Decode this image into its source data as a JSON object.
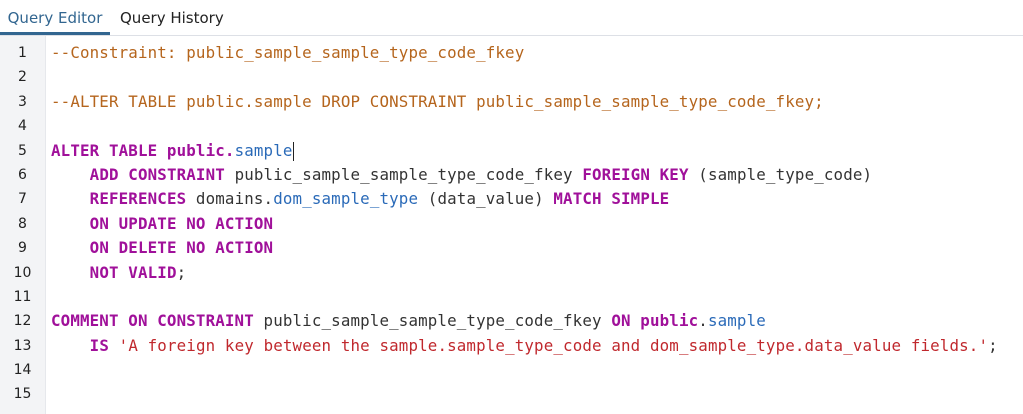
{
  "tabs": [
    {
      "label": "Query Editor",
      "active": true
    },
    {
      "label": "Query History",
      "active": false
    }
  ],
  "colors": {
    "keyword": "#a0109a",
    "comment": "#b5651d",
    "string": "#c0282d",
    "identifier": "#2a6ab8",
    "accent": "#326690"
  },
  "cursor_line": 5,
  "lines": [
    [
      [
        "cm",
        "--Constraint: public_sample_sample_type_code_fkey"
      ]
    ],
    [],
    [
      [
        "cm",
        "--ALTER TABLE public.sample DROP CONSTRAINT public_sample_sample_type_code_fkey;"
      ]
    ],
    [],
    [
      [
        "kw",
        "ALTER TABLE public"
      ],
      [
        "kw",
        "."
      ],
      [
        "vr",
        "sample"
      ]
    ],
    [
      [
        "tx",
        "    "
      ],
      [
        "kw",
        "ADD CONSTRAINT"
      ],
      [
        "tx",
        " public_sample_sample_type_code_fkey "
      ],
      [
        "kw",
        "FOREIGN KEY"
      ],
      [
        "tx",
        " (sample_type_code)"
      ]
    ],
    [
      [
        "tx",
        "    "
      ],
      [
        "kw",
        "REFERENCES"
      ],
      [
        "tx",
        " domains."
      ],
      [
        "vr",
        "dom_sample_type"
      ],
      [
        "tx",
        " (data_value) "
      ],
      [
        "kw",
        "MATCH SIMPLE"
      ]
    ],
    [
      [
        "tx",
        "    "
      ],
      [
        "kw",
        "ON UPDATE NO ACTION"
      ]
    ],
    [
      [
        "tx",
        "    "
      ],
      [
        "kw",
        "ON DELETE NO ACTION"
      ]
    ],
    [
      [
        "tx",
        "    "
      ],
      [
        "kw",
        "NOT VALID"
      ],
      [
        "tx",
        ";"
      ]
    ],
    [],
    [
      [
        "kw",
        "COMMENT ON CONSTRAINT"
      ],
      [
        "tx",
        " public_sample_sample_type_code_fkey "
      ],
      [
        "kw",
        "ON public"
      ],
      [
        "tx",
        "."
      ],
      [
        "vr",
        "sample"
      ]
    ],
    [
      [
        "tx",
        "    "
      ],
      [
        "kw",
        "IS"
      ],
      [
        "tx",
        " "
      ],
      [
        "st",
        "'A foreign key between the sample.sample_type_code and dom_sample_type.data_value fields.'"
      ],
      [
        "tx",
        ";"
      ]
    ],
    [],
    []
  ],
  "line_numbers": [
    "1",
    "2",
    "3",
    "4",
    "5",
    "6",
    "7",
    "8",
    "9",
    "10",
    "11",
    "12",
    "13",
    "14",
    "15"
  ]
}
